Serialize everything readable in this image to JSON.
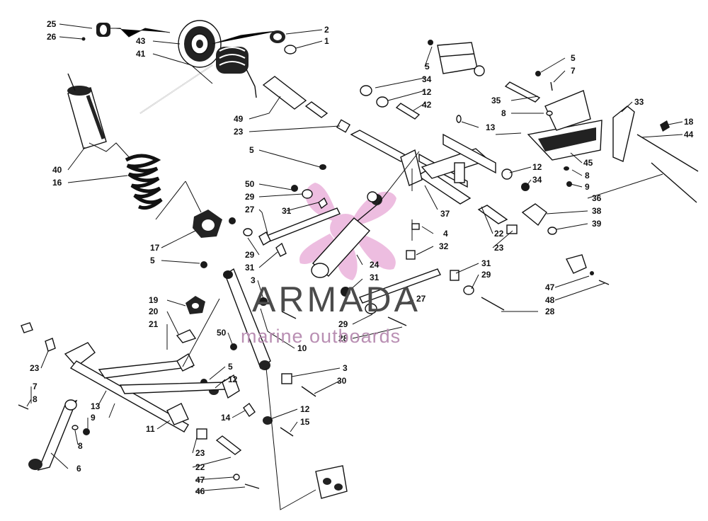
{
  "watermark": {
    "brand": "ARMADA",
    "tagline": "marine outboards",
    "logo_color": "#e8a8d6",
    "text_color": "#4b4b4b"
  },
  "callouts": [
    {
      "id": "c25a",
      "text": "25"
    },
    {
      "id": "c26a",
      "text": "26"
    },
    {
      "id": "c43",
      "text": "43"
    },
    {
      "id": "c41",
      "text": "41"
    },
    {
      "id": "c2",
      "text": "2"
    },
    {
      "id": "c1",
      "text": "1"
    },
    {
      "id": "c49",
      "text": "49"
    },
    {
      "id": "c23a",
      "text": "23"
    },
    {
      "id": "c40",
      "text": "40"
    },
    {
      "id": "c16",
      "text": "16"
    },
    {
      "id": "c5a",
      "text": "5"
    },
    {
      "id": "c34a",
      "text": "34"
    },
    {
      "id": "c12a",
      "text": "12"
    },
    {
      "id": "c42",
      "text": "42"
    },
    {
      "id": "c5b",
      "text": "5"
    },
    {
      "id": "c7a",
      "text": "7"
    },
    {
      "id": "c35",
      "text": "35"
    },
    {
      "id": "c8a",
      "text": "8"
    },
    {
      "id": "c13a",
      "text": "13"
    },
    {
      "id": "c33",
      "text": "33"
    },
    {
      "id": "c18",
      "text": "18"
    },
    {
      "id": "c44",
      "text": "44"
    },
    {
      "id": "c5c",
      "text": "5"
    },
    {
      "id": "c50a",
      "text": "50"
    },
    {
      "id": "c29a",
      "text": "29"
    },
    {
      "id": "c27a",
      "text": "27"
    },
    {
      "id": "c31a",
      "text": "31"
    },
    {
      "id": "c12b",
      "text": "12"
    },
    {
      "id": "c34b",
      "text": "34"
    },
    {
      "id": "c45",
      "text": "45"
    },
    {
      "id": "c8b",
      "text": "8"
    },
    {
      "id": "c9a",
      "text": "9"
    },
    {
      "id": "c36",
      "text": "36"
    },
    {
      "id": "c37",
      "text": "37"
    },
    {
      "id": "c38",
      "text": "38"
    },
    {
      "id": "c39",
      "text": "39"
    },
    {
      "id": "c17",
      "text": "17"
    },
    {
      "id": "c5d",
      "text": "5"
    },
    {
      "id": "c29b",
      "text": "29"
    },
    {
      "id": "c31b",
      "text": "31"
    },
    {
      "id": "c4",
      "text": "4"
    },
    {
      "id": "c32",
      "text": "32"
    },
    {
      "id": "c22a",
      "text": "22"
    },
    {
      "id": "c23b",
      "text": "23"
    },
    {
      "id": "c24",
      "text": "24"
    },
    {
      "id": "c31c",
      "text": "31"
    },
    {
      "id": "c3a",
      "text": "3"
    },
    {
      "id": "c19",
      "text": "19"
    },
    {
      "id": "c20",
      "text": "20"
    },
    {
      "id": "c21",
      "text": "21"
    },
    {
      "id": "c31d",
      "text": "31"
    },
    {
      "id": "c29c",
      "text": "29"
    },
    {
      "id": "c27b",
      "text": "27"
    },
    {
      "id": "c47a",
      "text": "47"
    },
    {
      "id": "c48",
      "text": "48"
    },
    {
      "id": "c28a",
      "text": "28"
    },
    {
      "id": "c29d",
      "text": "29"
    },
    {
      "id": "c28b",
      "text": "28"
    },
    {
      "id": "c10",
      "text": "10"
    },
    {
      "id": "c50b",
      "text": "50"
    },
    {
      "id": "c23c",
      "text": "23"
    },
    {
      "id": "c5e",
      "text": "5"
    },
    {
      "id": "c12c",
      "text": "12"
    },
    {
      "id": "c3b",
      "text": "3"
    },
    {
      "id": "c30",
      "text": "30"
    },
    {
      "id": "c7b",
      "text": "7"
    },
    {
      "id": "c8c",
      "text": "8"
    },
    {
      "id": "c13b",
      "text": "13"
    },
    {
      "id": "c9b",
      "text": "9"
    },
    {
      "id": "c8d",
      "text": "8"
    },
    {
      "id": "c11",
      "text": "11"
    },
    {
      "id": "c14",
      "text": "14"
    },
    {
      "id": "c12d",
      "text": "12"
    },
    {
      "id": "c15",
      "text": "15"
    },
    {
      "id": "c23d",
      "text": "23"
    },
    {
      "id": "c22b",
      "text": "22"
    },
    {
      "id": "c6",
      "text": "6"
    },
    {
      "id": "c47b",
      "text": "47"
    },
    {
      "id": "c46",
      "text": "46"
    }
  ]
}
